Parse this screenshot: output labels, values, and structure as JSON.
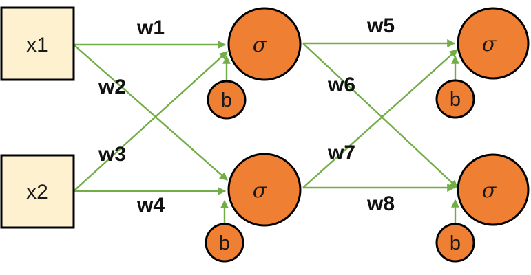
{
  "inputs": {
    "x1": "x1",
    "x2": "x2"
  },
  "neurons": {
    "activation_symbol": "σ"
  },
  "bias": {
    "label": "b"
  },
  "weights": {
    "w1": "w1",
    "w2": "w2",
    "w3": "w3",
    "w4": "w4",
    "w5": "w5",
    "w6": "w6",
    "w7": "w7",
    "w8": "w8"
  },
  "colors": {
    "input_fill": "#fdf1cf",
    "neuron_fill": "#ee7f33",
    "edge": "#72ad47",
    "outline": "#000000"
  }
}
